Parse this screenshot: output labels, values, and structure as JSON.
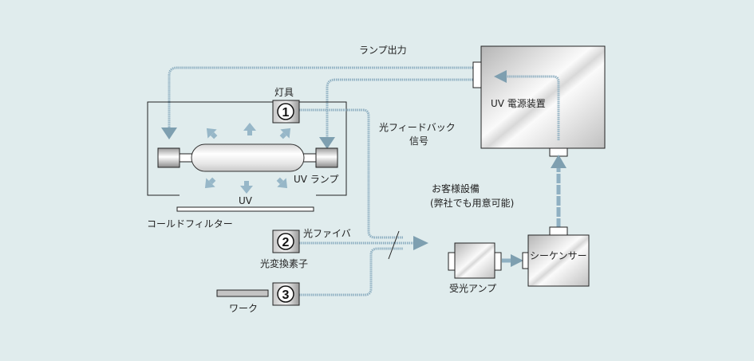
{
  "labels": {
    "lamp_output": "ランプ出力",
    "fixture": "灯具",
    "uv_power_supply": "UV 電源装置",
    "optical_feedback_line1": "光フィードバック",
    "optical_feedback_line2": "信号",
    "uv_lamp": "UV ランプ",
    "uv": "UV",
    "cold_filter": "コールドフィルター",
    "optical_fiber": "光ファイバ",
    "photoelectric_element": "光変換素子",
    "work": "ワーク",
    "customer_equipment_line1": "お客様設備",
    "customer_equipment_line2": "(弊社でも用意可能)",
    "light_receiving_amp": "受光アンプ",
    "sequencer": "シーケンサー"
  },
  "sensors": [
    {
      "number": "1"
    },
    {
      "number": "2"
    },
    {
      "number": "3"
    }
  ],
  "colors": {
    "background": "#e0eced",
    "line": "#8fb0c2",
    "arrow": "#7e9fb0"
  }
}
